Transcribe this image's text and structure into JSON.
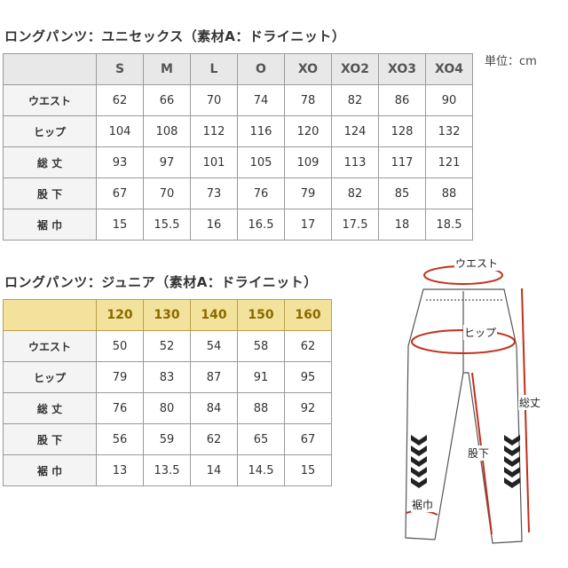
{
  "adult": {
    "title": "ロングパンツ：ユニセックス（素材A：ドライニット）",
    "unit": "単位：cm",
    "sizes": [
      "S",
      "M",
      "L",
      "O",
      "XO",
      "XO2",
      "XO3",
      "XO4"
    ],
    "rows": [
      {
        "label": "ウエスト",
        "values": [
          "62",
          "66",
          "70",
          "74",
          "78",
          "82",
          "86",
          "90"
        ]
      },
      {
        "label": "ヒップ",
        "values": [
          "104",
          "108",
          "112",
          "116",
          "120",
          "124",
          "128",
          "132"
        ]
      },
      {
        "label": "総 丈",
        "values": [
          "93",
          "97",
          "101",
          "105",
          "109",
          "113",
          "117",
          "121"
        ]
      },
      {
        "label": "股 下",
        "values": [
          "67",
          "70",
          "73",
          "76",
          "79",
          "82",
          "85",
          "88"
        ]
      },
      {
        "label": "裾 巾",
        "values": [
          "15",
          "15.5",
          "16",
          "16.5",
          "17",
          "17.5",
          "18",
          "18.5"
        ]
      }
    ]
  },
  "junior": {
    "title": "ロングパンツ：ジュニア（素材A：ドライニット）",
    "sizes": [
      "120",
      "130",
      "140",
      "150",
      "160"
    ],
    "rows": [
      {
        "label": "ウエスト",
        "values": [
          "50",
          "52",
          "54",
          "58",
          "62"
        ]
      },
      {
        "label": "ヒップ",
        "values": [
          "79",
          "83",
          "87",
          "91",
          "95"
        ]
      },
      {
        "label": "総 丈",
        "values": [
          "76",
          "80",
          "84",
          "88",
          "92"
        ]
      },
      {
        "label": "股 下",
        "values": [
          "56",
          "59",
          "62",
          "65",
          "67"
        ]
      },
      {
        "label": "裾 巾",
        "values": [
          "13",
          "13.5",
          "14",
          "14.5",
          "15"
        ]
      }
    ]
  },
  "diagram": {
    "waist": "ウエスト",
    "hip": "ヒップ",
    "length": "総丈",
    "inseam": "股下",
    "hem": "裾巾"
  },
  "colors": {
    "arrow": "#c0301c",
    "junior_header": "#f3e29b",
    "adult_header": "#e8e8e8"
  }
}
